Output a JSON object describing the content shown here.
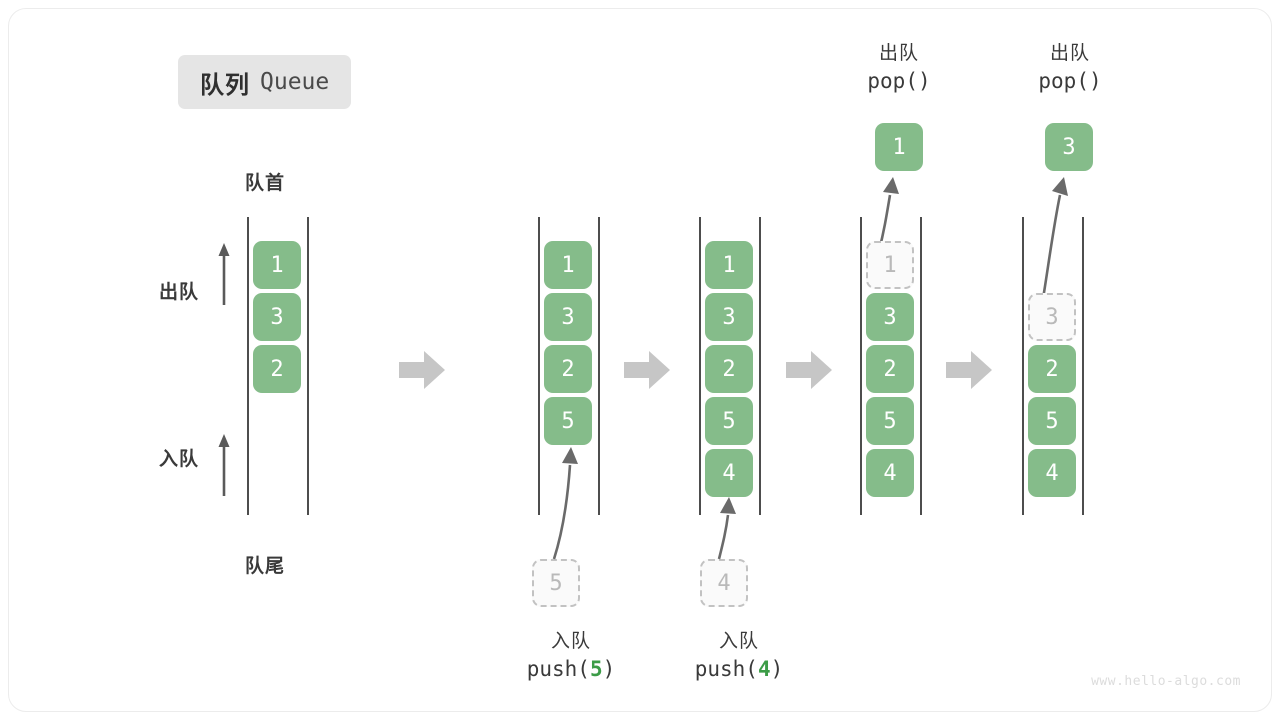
{
  "title": {
    "cn": "队列",
    "en": "Queue"
  },
  "labels": {
    "head": "队首",
    "tail": "队尾",
    "dequeue": "出队",
    "enqueue": "入队"
  },
  "colors": {
    "element": "#85bc8a",
    "ghost_border": "#c2c2c2",
    "ghost_text": "#b9b9b9",
    "rail": "#4d4d4d",
    "step_arrow": "#c6c6c6",
    "code_number": "#3c9c47",
    "badge_bg": "#e5e5e5"
  },
  "stages": [
    {
      "name": "initial",
      "cells": [
        "1",
        "3",
        "2"
      ],
      "ghost": null,
      "caption": null
    },
    {
      "name": "push-5",
      "cells": [
        "1",
        "3",
        "2",
        "5"
      ],
      "ghost": {
        "value": "5",
        "position": "below"
      },
      "caption": {
        "cn": "入队",
        "code_prefix": "push(",
        "code_num": "5",
        "code_suffix": ")"
      }
    },
    {
      "name": "push-4",
      "cells": [
        "1",
        "3",
        "2",
        "5",
        "4"
      ],
      "ghost": {
        "value": "4",
        "position": "below"
      },
      "caption": {
        "cn": "入队",
        "code_prefix": "push(",
        "code_num": "4",
        "code_suffix": ")"
      }
    },
    {
      "name": "pop-1",
      "cells": [
        "3",
        "2",
        "5",
        "4"
      ],
      "ghost": {
        "value": "1",
        "position": "slot-0"
      },
      "popped": "1",
      "caption_top": {
        "cn": "出队",
        "code": "pop()"
      }
    },
    {
      "name": "pop-3",
      "cells": [
        "2",
        "5",
        "4"
      ],
      "ghost": {
        "value": "3",
        "position": "slot-1"
      },
      "popped": "3",
      "caption_top": {
        "cn": "出队",
        "code": "pop()"
      }
    }
  ],
  "watermark": "www.hello-algo.com"
}
